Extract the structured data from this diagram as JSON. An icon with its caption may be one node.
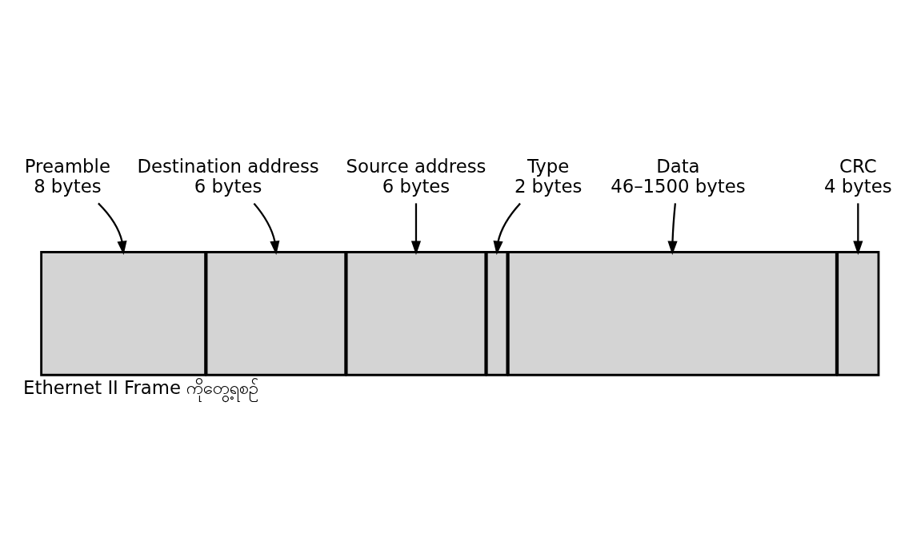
{
  "diagram": {
    "caption": "Ethernet II Frame ကိုတွေ့ရစဉ်",
    "nodes": [
      {
        "text": [
          "Preamble",
          "8 bytes"
        ]
      },
      {
        "text": [
          "Destination address",
          "6 bytes"
        ]
      },
      {
        "text": [
          "Source address",
          "6 bytes"
        ]
      },
      {
        "text": [
          "Type",
          "2 bytes"
        ]
      },
      {
        "text": [
          "Data",
          "46–1500 bytes"
        ]
      },
      {
        "text": [
          "CRC",
          "4 bytes"
        ]
      },
      {
        "text": [],
        "shape": "box"
      },
      {
        "text": [],
        "shape": "box"
      },
      {
        "text": [],
        "shape": "box"
      },
      {
        "text": [],
        "shape": "box"
      },
      {
        "text": [],
        "shape": "box"
      },
      {
        "text": [],
        "shape": "box"
      }
    ],
    "edges": [
      {
        "from": 0,
        "to": 6,
        "arrow": "to"
      },
      {
        "from": 1,
        "to": 7,
        "arrow": "to"
      },
      {
        "from": 2,
        "to": 8,
        "arrow": "to"
      },
      {
        "from": 3,
        "to": 9,
        "arrow": "to"
      },
      {
        "from": 4,
        "to": 10,
        "arrow": "to"
      },
      {
        "from": 5,
        "to": 11,
        "arrow": "to"
      }
    ]
  }
}
